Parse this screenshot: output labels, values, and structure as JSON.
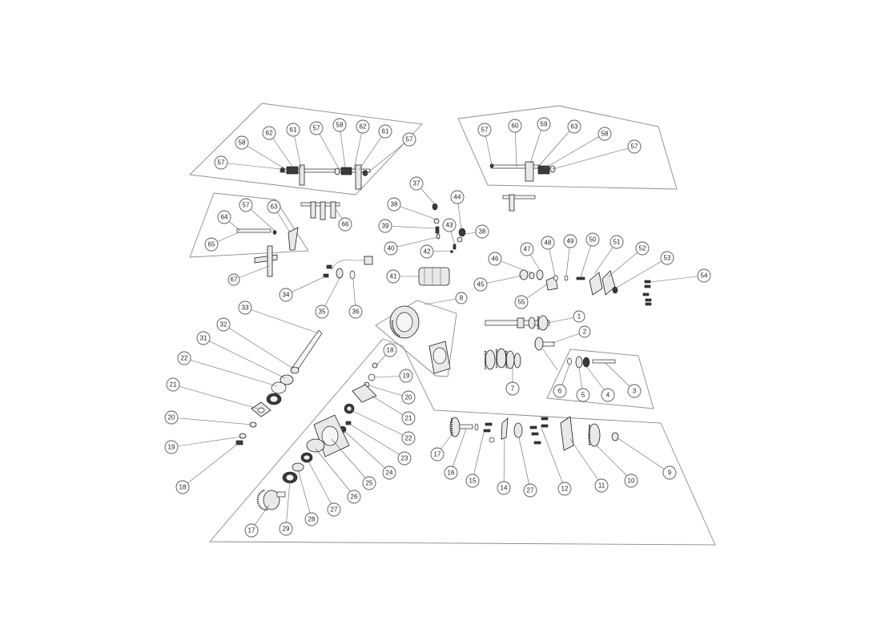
{
  "diagram": {
    "labels": {
      "b1": "1",
      "b2": "2",
      "b3": "3",
      "b4": "4",
      "b5": "5",
      "b6": "6",
      "b7": "7",
      "b8": "8",
      "b9": "9",
      "b10": "10",
      "b11": "11",
      "b12": "12",
      "b14": "14",
      "b15": "15",
      "b16": "16",
      "b17a": "17",
      "b17b": "17",
      "b18a": "18",
      "b18b": "18",
      "b19a": "19",
      "b19b": "19",
      "b20a": "20",
      "b20b": "20",
      "b21a": "21",
      "b21b": "21",
      "b22a": "22",
      "b22b": "22",
      "b23": "23",
      "b24": "24",
      "b25": "25",
      "b26": "26",
      "b27a": "27",
      "b27b": "27",
      "b28": "28",
      "b29": "29",
      "b31": "31",
      "b32": "32",
      "b33": "33",
      "b34": "34",
      "b35": "35",
      "b36": "36",
      "b37": "37",
      "b38a": "38",
      "b38b": "38",
      "b39": "39",
      "b40": "40",
      "b41": "41",
      "b42": "42",
      "b43": "43",
      "b44": "44",
      "b45": "45",
      "b46": "46",
      "b47": "47",
      "b48": "48",
      "b49": "49",
      "b50": "50",
      "b51": "51",
      "b52": "52",
      "b53": "53",
      "b54": "54",
      "b55": "55",
      "b57a": "57",
      "b57b": "57",
      "b57c": "57",
      "b57d": "57",
      "b57e": "57",
      "b58a": "58",
      "b58b": "58",
      "b58c": "58",
      "b59": "59",
      "b60": "60",
      "b61a": "61",
      "b61b": "61",
      "b62a": "62",
      "b62b": "62",
      "b63a": "63",
      "b63b": "63",
      "b64": "64",
      "b65": "65",
      "b66": "66",
      "b67": "67"
    },
    "colors": {
      "line": "#555555",
      "panel": "#8a8a8a",
      "part": "#e9e9e9",
      "ink": "#1e1e1e"
    }
  }
}
